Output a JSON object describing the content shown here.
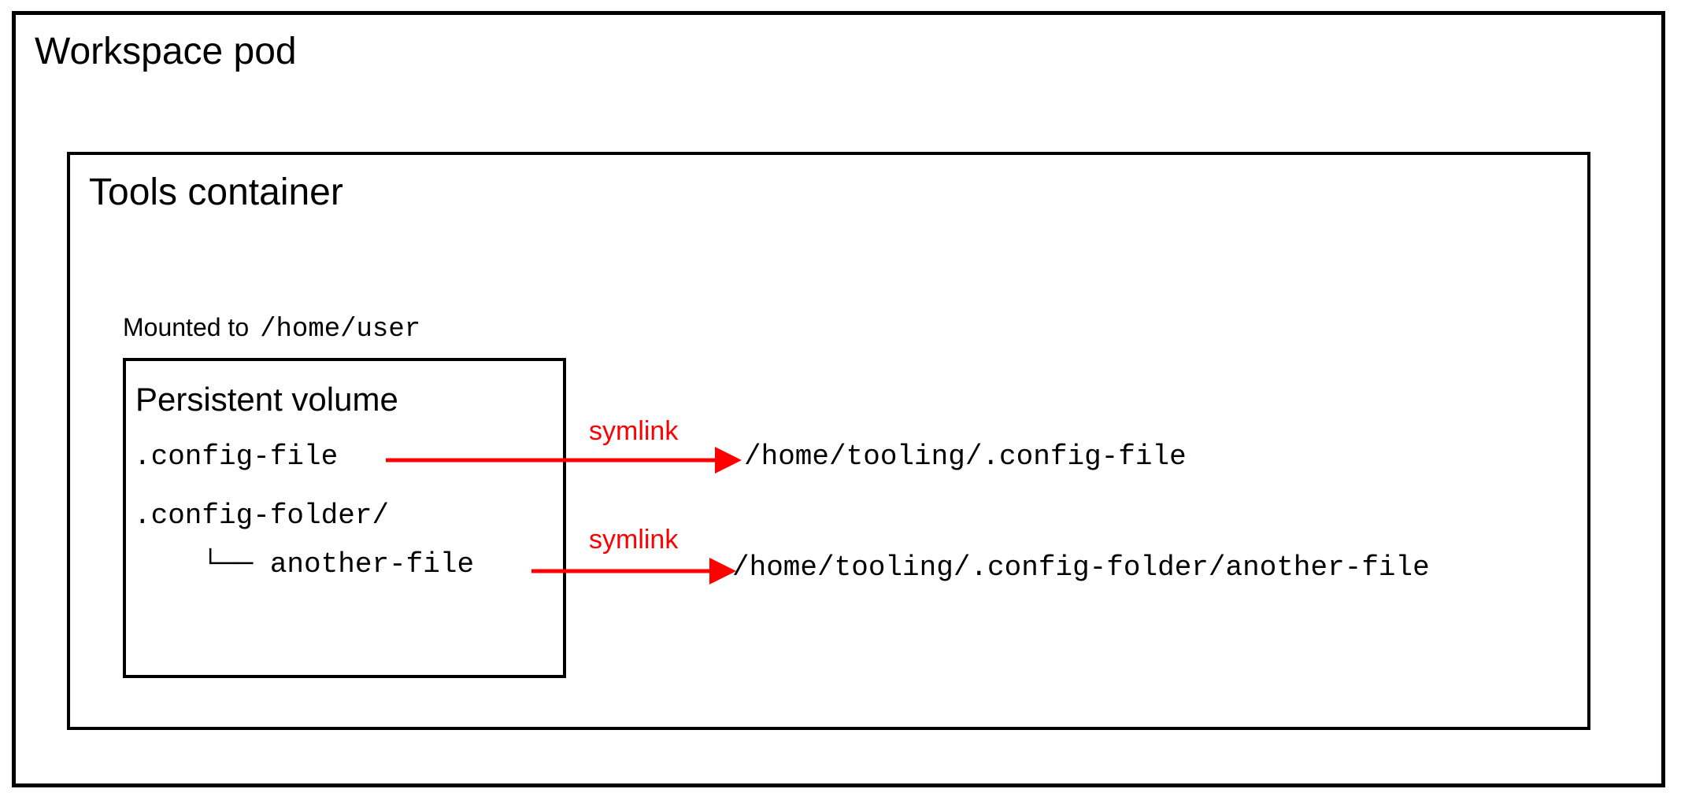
{
  "diagram": {
    "title": "Workspace pod",
    "colors": {
      "stroke": "#000000",
      "symlink": "#ff0000",
      "background": "#ffffff"
    },
    "pod": {
      "label": "Workspace pod"
    },
    "tools_container": {
      "label": "Tools container"
    },
    "mount": {
      "label": "Mounted to",
      "path": "/home/user"
    },
    "persistent_volume": {
      "label": "Persistent volume",
      "entries": [
        {
          "name": ".config-file"
        },
        {
          "name": ".config-folder/"
        },
        {
          "name": "    └── another-file"
        }
      ]
    },
    "symlinks": [
      {
        "label": "symlink",
        "source": ".config-file",
        "target": "/home/tooling/.config-file"
      },
      {
        "label": "symlink",
        "source": "another-file",
        "target": "/home/tooling/.config-folder/another-file"
      }
    ]
  }
}
